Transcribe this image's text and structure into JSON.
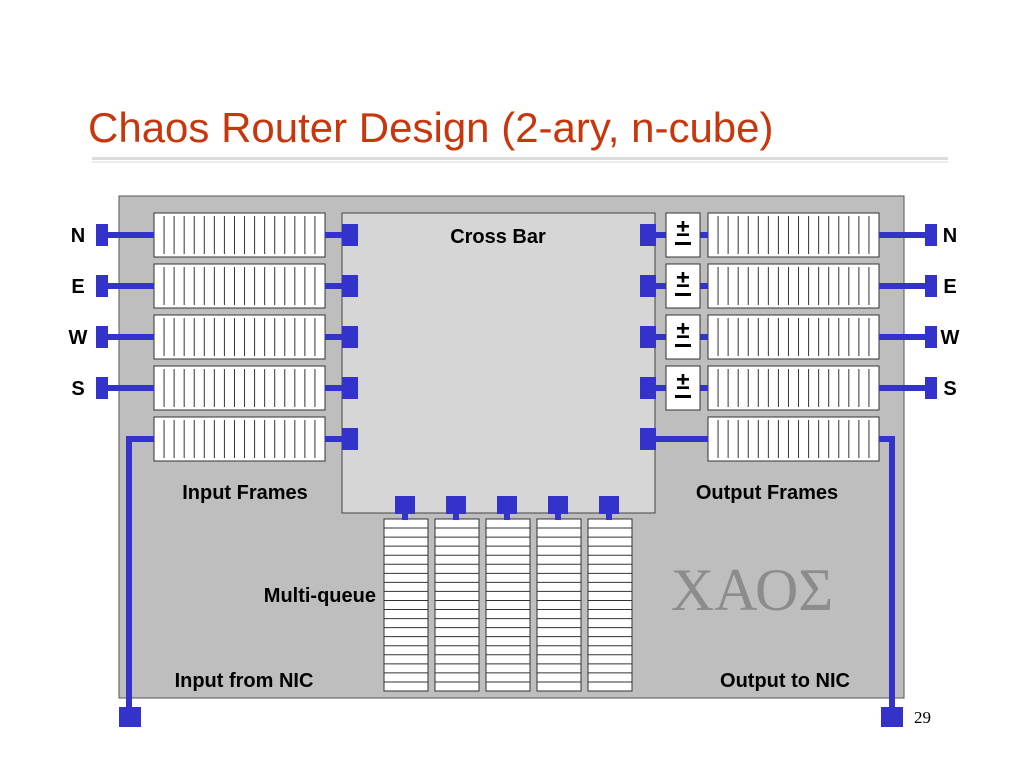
{
  "slide": {
    "title": "Chaos Router Design (2-ary, n-cube)",
    "page_number": "29"
  },
  "diagram": {
    "crossbar_label": "Cross Bar",
    "input_frames_label": "Input Frames",
    "output_frames_label": "Output Frames",
    "multiqueue_label": "Multi-queue",
    "input_nic_label": "Input from NIC",
    "output_nic_label": "Output to NIC",
    "greek_label": "ΧΑΟΣ",
    "port_labels": [
      "N",
      "E",
      "W",
      "S"
    ],
    "derouting_symbol": "±",
    "input_frame_count": 5,
    "output_frame_count": 5,
    "multiqueue_count": 5,
    "colors": {
      "wire": "#3333CC",
      "chip_fill": "#BEBEBE",
      "crossbar_fill": "#D6D6D6",
      "title": "#C8360C",
      "greek": "#8C8C8C"
    }
  }
}
